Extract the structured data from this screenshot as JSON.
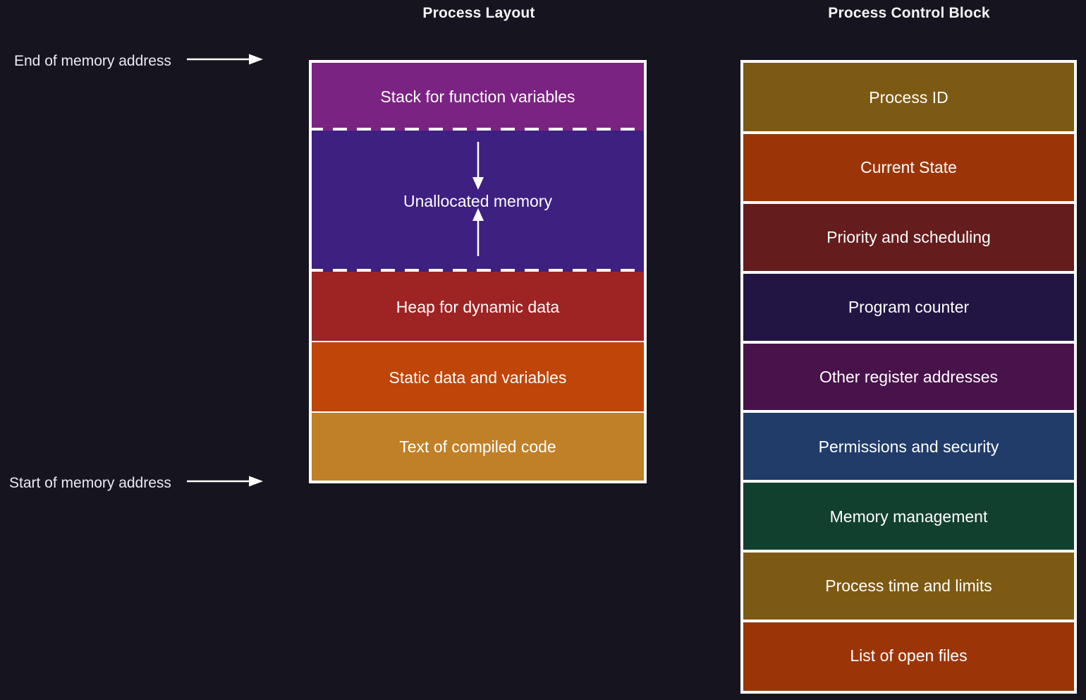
{
  "page": {
    "background_color": "#16151f",
    "text_color": "#ffffff",
    "border_color": "#ffffff"
  },
  "titles": {
    "process_layout": "Process Layout",
    "process_control_block": "Process Control Block"
  },
  "annotations": [
    {
      "label": "End of memory address",
      "icon": "arrow-right-icon",
      "points_to": "top of process layout"
    },
    {
      "label": "Start of memory address",
      "icon": "arrow-right-icon",
      "points_to": "bottom of process layout"
    }
  ],
  "process_layout": {
    "segments": [
      {
        "label": "Stack for function variables",
        "color": "#7B2382",
        "separator_below": "dashed"
      },
      {
        "label": "Unallocated memory",
        "color": "#3D2080",
        "separator_below": "dashed",
        "arrows": [
          "arrow-down-icon",
          "arrow-up-icon"
        ]
      },
      {
        "label": "Heap for dynamic data",
        "color": "#9E2323",
        "separator_below": "solid"
      },
      {
        "label": "Static data and variables",
        "color": "#BF4508",
        "separator_below": "solid"
      },
      {
        "label": "Text of compiled code",
        "color": "#BF8028",
        "separator_below": "none"
      }
    ]
  },
  "process_control_block": {
    "rows": [
      {
        "label": "Process ID",
        "color": "#7D5A14"
      },
      {
        "label": "Current State",
        "color": "#9B3507"
      },
      {
        "label": "Priority and scheduling",
        "color": "#641C1C"
      },
      {
        "label": "Program counter",
        "color": "#221544"
      },
      {
        "label": "Other register addresses",
        "color": "#48124B"
      },
      {
        "label": "Permissions and security",
        "color": "#213C69"
      },
      {
        "label": "Memory management",
        "color": "#12402F"
      },
      {
        "label": "Process time and limits",
        "color": "#7D5A14"
      },
      {
        "label": "List of open files",
        "color": "#9B3507"
      }
    ]
  }
}
